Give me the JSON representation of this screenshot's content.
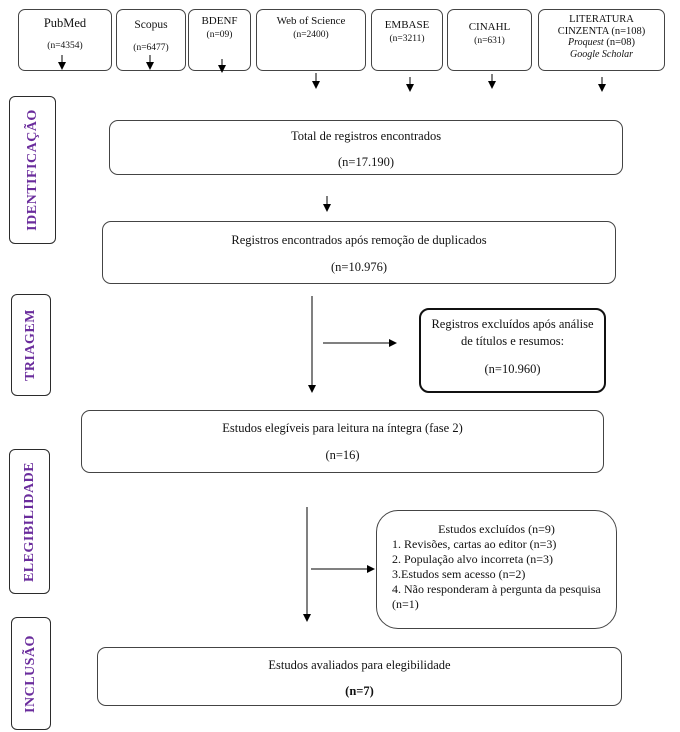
{
  "sources": [
    {
      "name": "PubMed",
      "count": "(n=4354)"
    },
    {
      "name": "Scopus",
      "count": "(n=6477)"
    },
    {
      "name": "BDENF",
      "count": "(n=09)"
    },
    {
      "name": "Web of Science",
      "count": "(n=2400)"
    },
    {
      "name": "EMBASE",
      "count": "(n=3211)"
    },
    {
      "name": "CINAHL",
      "count": "(n=631)"
    }
  ],
  "grey_literature": {
    "title": "LITERATURA CINZENTA (n=108)",
    "proquest_label": "Proquest",
    "proquest_count": "(n=08)",
    "google_label": "Google Scholar"
  },
  "phases": {
    "identificacao": "IDENTIFICAÇÃO",
    "triagem": "TRIAGEM",
    "elegibilidade": "ELEGIBILIDADE",
    "inclusao": "INCLUSÃO"
  },
  "boxes": {
    "total": {
      "label": "Total de registros encontrados",
      "count": "(n=17.190)"
    },
    "dedup": {
      "label": "Registros encontrados após remoção de duplicados",
      "count": "(n=10.976)"
    },
    "excluded_screen": {
      "label": "Registros excluídos após análise de títulos e resumos:",
      "count": "(n=10.960)"
    },
    "eligible": {
      "label": "Estudos elegíveis para leitura na íntegra (fase 2)",
      "count": "(n=16)"
    },
    "excluded_full": {
      "title": "Estudos excluídos (n=9)",
      "items": [
        "1. Revisões, cartas ao editor (n=3)",
        "2. População alvo incorreta (n=3)",
        "3.Estudos sem acesso (n=2)",
        "4. Não responderam à pergunta da pesquisa (n=1)"
      ]
    },
    "included": {
      "label": "Estudos avaliados para elegibilidade",
      "count": "(n=7)"
    }
  }
}
